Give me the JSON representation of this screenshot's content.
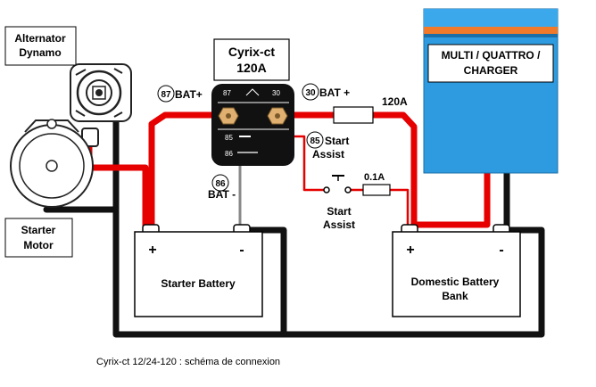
{
  "labels": {
    "alternator_line1": "Alternator",
    "alternator_line2": "Dynamo",
    "starter_line1": "Starter",
    "starter_line2": "Motor",
    "cyrix_line1": "Cyrix-ct",
    "cyrix_line2": "120A",
    "charger_line1": "MULTI / QUATTRO /",
    "charger_line2": "CHARGER",
    "starter_battery": "Starter Battery",
    "domestic_line1": "Domestic Battery",
    "domestic_line2": "Bank",
    "fuse_120": "120A",
    "fuse_01": "0.1A",
    "start_assist_line1": "Start",
    "start_assist_line2": "Assist",
    "caption": "Cyrix-ct 12/24-120 : schéma de connexion"
  },
  "pins": {
    "p87": "87",
    "p30": "30",
    "p85": "85",
    "p86": "86"
  },
  "terminal_labels": {
    "t87_num": "87",
    "t87_text": "BAT+",
    "t30_num": "30",
    "t30_text": "BAT +",
    "t85_num": "85",
    "t85_text1": "Start",
    "t85_text2": "Assist",
    "t86_num": "86",
    "t86_text": "BAT -"
  },
  "polarity": {
    "starter_plus": "+",
    "starter_minus": "-",
    "domestic_plus": "+",
    "domestic_minus": "-"
  },
  "colors": {
    "positive_wire": "#e60000",
    "negative_wire": "#111111",
    "charger_fill": "#2e9be0",
    "charger_stripe": "#f07a2a",
    "relay_body": "#111111"
  }
}
